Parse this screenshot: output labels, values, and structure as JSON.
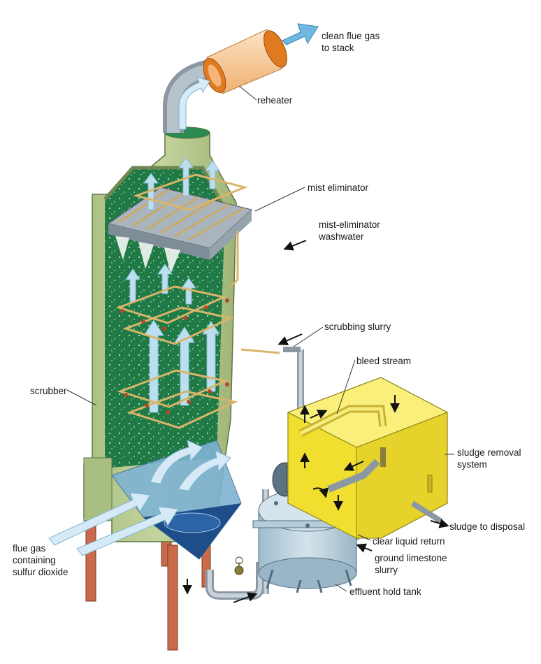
{
  "labels": {
    "clean_flue_gas": "clean flue gas\nto stack",
    "reheater": "reheater",
    "mist_eliminator": "mist eliminator",
    "mist_eliminator_washwater": "mist-eliminator\nwashwater",
    "scrubbing_slurry": "scrubbing slurry",
    "bleed_stream": "bleed stream",
    "scrubber": "scrubber",
    "sludge_removal_system": "sludge removal\nsystem",
    "sludge_to_disposal": "sludge to disposal",
    "clear_liquid_return": "clear liquid return",
    "ground_limestone_slurry": "ground limestone\nslurry",
    "effluent_hold_tank": "effluent hold tank",
    "flue_gas_containing_sulfur_dioxide": "flue gas\ncontaining\nsulfur dioxide"
  },
  "colors": {
    "scrubber_shell": "#b9cc92",
    "scrubber_shell_dark": "#8fa66a",
    "scrubber_interior": "#1f7a45",
    "gas_arrow": "#b8dcee",
    "reheater": "#f6c68f",
    "reheater_ring": "#e07a1f",
    "sludge_box": "#f3e33a",
    "hold_tank": "#bcd3e0",
    "support_legs": "#c96a4a",
    "pipework": "#d9b56a",
    "leader_line": "#333333"
  },
  "icons": [
    "gas-flow-arrow",
    "flow-direction-arrow",
    "valve-icon",
    "pump-icon",
    "spray-nozzle-icon"
  ]
}
